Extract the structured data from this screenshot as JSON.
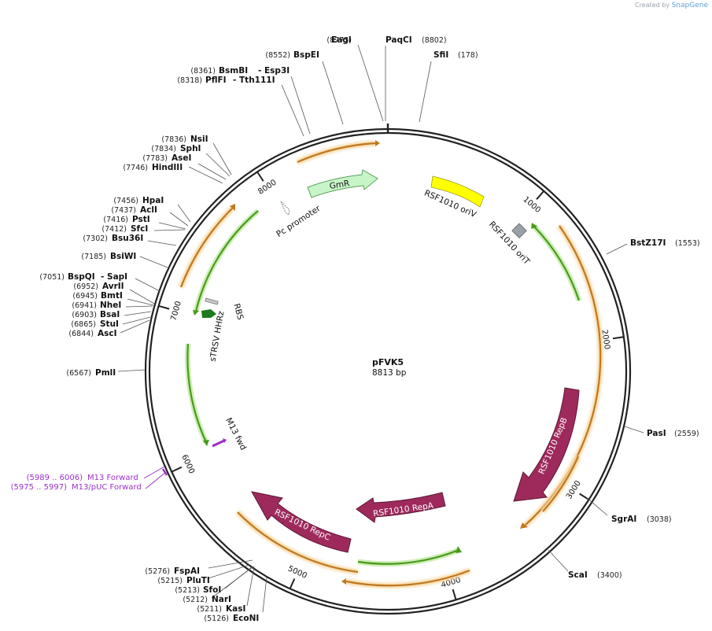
{
  "credit": {
    "prefix": "Created by",
    "brand": "SnapGene"
  },
  "plasmid": {
    "name": "pFVK5",
    "length_label": "8813 bp",
    "length": 8813
  },
  "ticks": [
    "1000",
    "2000",
    "3000",
    "4000",
    "5000",
    "6000",
    "7000",
    "8000"
  ],
  "sites": [
    {
      "pos": "(8775)",
      "name": "EagI"
    },
    {
      "pos": "(8802)",
      "name": "PaqCI"
    },
    {
      "pos": "(8552)",
      "name": "BspEI"
    },
    {
      "pos": "(178)",
      "name": "SfiI"
    },
    {
      "pos": "(8361)",
      "name": "BsmBI",
      "extra": "- Esp3I"
    },
    {
      "pos": "(8318)",
      "name": "PflFI",
      "extra": "- Tth111I"
    },
    {
      "pos": "(7836)",
      "name": "NsiI"
    },
    {
      "pos": "(7834)",
      "name": "SphI"
    },
    {
      "pos": "(7783)",
      "name": "AseI"
    },
    {
      "pos": "(7746)",
      "name": "HindIII"
    },
    {
      "pos": "(7456)",
      "name": "HpaI"
    },
    {
      "pos": "(7437)",
      "name": "AclI"
    },
    {
      "pos": "(7416)",
      "name": "PstI"
    },
    {
      "pos": "(7412)",
      "name": "SfcI"
    },
    {
      "pos": "(7302)",
      "name": "Bsu36I"
    },
    {
      "pos": "(7185)",
      "name": "BsiWI"
    },
    {
      "pos": "(7051)",
      "name": "BspQI",
      "extra": "- SapI"
    },
    {
      "pos": "(6952)",
      "name": "AvrII"
    },
    {
      "pos": "(6945)",
      "name": "BmtI"
    },
    {
      "pos": "(6941)",
      "name": "NheI"
    },
    {
      "pos": "(6903)",
      "name": "BsaI"
    },
    {
      "pos": "(6865)",
      "name": "StuI"
    },
    {
      "pos": "(6844)",
      "name": "AscI"
    },
    {
      "pos": "(6567)",
      "name": "PmlI"
    },
    {
      "pos": "(5276)",
      "name": "FspAI"
    },
    {
      "pos": "(5215)",
      "name": "PluTI"
    },
    {
      "pos": "(5213)",
      "name": "SfoI"
    },
    {
      "pos": "(5212)",
      "name": "NarI"
    },
    {
      "pos": "(5211)",
      "name": "KasI"
    },
    {
      "pos": "(5126)",
      "name": "EcoNI"
    },
    {
      "pos": "(1553)",
      "name": "BstZ17I"
    },
    {
      "pos": "(2559)",
      "name": "PasI"
    },
    {
      "pos": "(3038)",
      "name": "SgrAI"
    },
    {
      "pos": "(3400)",
      "name": "ScaI"
    }
  ],
  "features": {
    "gmr": "GmR",
    "pc_promoter": "Pc promoter",
    "oriv": "RSF1010 oriV",
    "orit": "RSF1010 oriT",
    "repb": "RSF1010 RepB",
    "repa": "RSF1010 RepA",
    "repc": "RSF1010 RepC",
    "rbs": "RBS",
    "hhrz": "sTRSV HHRz",
    "m13fwd": "M13 fwd"
  },
  "primers": [
    {
      "range": "(5989 .. 6006)",
      "name": "M13 Forward"
    },
    {
      "range": "(5975 .. 5997)",
      "name": "M13/pUC Forward"
    }
  ],
  "colors": {
    "backbone": "#222222",
    "orf": "#e8a23a",
    "orf_glow": "#f7d9a6",
    "green_arrow": "#4a9a1c",
    "green_glow": "#cdeeb5",
    "rep_protein": "#9e2a5c",
    "gmr_fill": "#c8f5c8",
    "oriv_fill": "#ffff00",
    "orit_fill": "#9aa0a8",
    "primer": "#9b30c8",
    "hhrz": "#1e7a1e"
  }
}
